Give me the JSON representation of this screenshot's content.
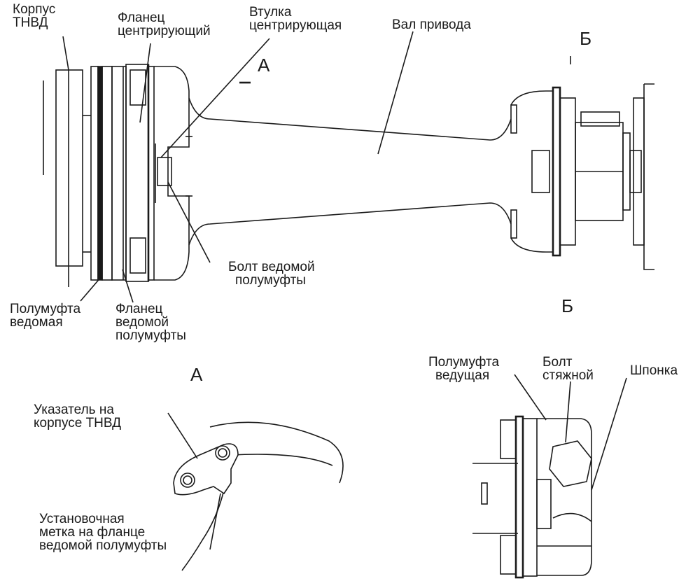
{
  "labels": {
    "korpus": [
      "Корпус",
      "ТНВД"
    ],
    "flanets_tsentr": [
      "Фланец",
      "центрирующий"
    ],
    "vtulka": [
      "Втулка",
      "центрирующая"
    ],
    "val": "Вал привода",
    "view_b_top": "Б",
    "view_a_marker": "А",
    "bolt_vedomoy": [
      "Болт ведомой",
      "полумуфты"
    ],
    "polumufta_vedomaya": [
      "Полумуфта",
      "ведомая"
    ],
    "flanets_vedomoy": [
      "Фланец",
      "ведомой",
      "полумуфты"
    ],
    "view_b_title": "Б",
    "view_a_title": "А",
    "polumufta_vedushchaya": [
      "Полумуфта",
      "ведущая"
    ],
    "bolt_styazhnoy": [
      "Болт",
      "стяжной"
    ],
    "shponka": "Шпонка",
    "ukazatel": [
      "Указатель на",
      "корпусе ТНВД"
    ],
    "ustanovochnaya": [
      "Установочная",
      "метка на фланце",
      "ведомой полумуфты"
    ]
  }
}
